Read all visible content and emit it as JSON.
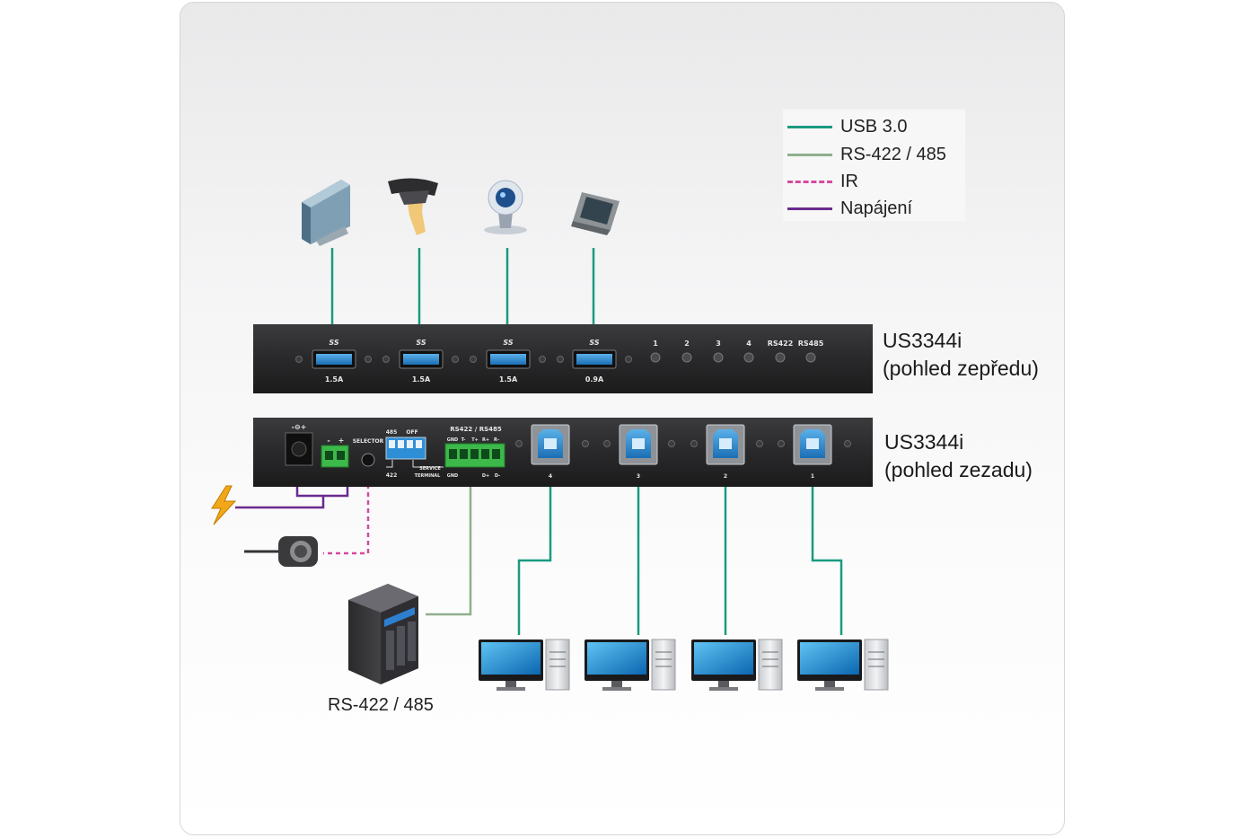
{
  "legend": [
    {
      "label": "USB 3.0",
      "color": "#1a9a80",
      "dashed": false
    },
    {
      "label": "RS-422 / 485",
      "color": "#8fae8c",
      "dashed": false
    },
    {
      "label": "IR",
      "color": "#d64aa0",
      "dashed": true
    },
    {
      "label": "Napájení",
      "color": "#6a2a8e",
      "dashed": false
    }
  ],
  "front_panel": {
    "name": "US3344i",
    "view": "(pohled zepředu)",
    "port_logo": "SS",
    "ports": [
      "1.5A",
      "1.5A",
      "1.5A",
      "0.9A"
    ],
    "leds": [
      "1",
      "2",
      "3",
      "4",
      "RS422",
      "RS485"
    ]
  },
  "rear_panel": {
    "name": "US3344i",
    "view": "(pohled zezadu)",
    "power_symbol": "-⊖+",
    "terminal_polarity": [
      "-",
      "+"
    ],
    "selector_label": "SELECTOR",
    "dip_labels": {
      "top_left": "485",
      "top_right": "OFF",
      "bottom_left": "422",
      "service": "SERVICE",
      "terminal": "TERMINAL"
    },
    "rs_block": {
      "title": "RS422 / RS485",
      "pins": [
        "GND",
        "T-",
        "T+",
        "R+",
        "R-"
      ],
      "bottom": [
        "GND",
        "D+",
        "D-"
      ]
    },
    "usb_b_ports": [
      "4",
      "3",
      "2",
      "1"
    ]
  },
  "server_label": "RS-422 / 485"
}
